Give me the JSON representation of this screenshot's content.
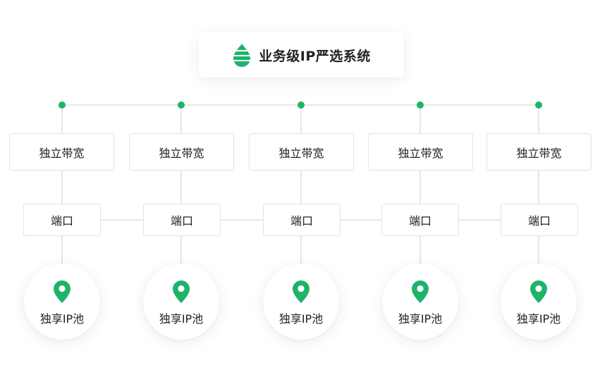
{
  "header": {
    "title": "业务级IP严选系统",
    "logo_icon": "drop-stripes-icon",
    "accent_color": "#1db46a"
  },
  "columns": [
    {
      "bandwidth_label": "独立带宽",
      "port_label": "端口",
      "pool_label": "独享IP池",
      "pool_icon": "location-pin-icon"
    },
    {
      "bandwidth_label": "独立带宽",
      "port_label": "端口",
      "pool_label": "独享IP池",
      "pool_icon": "location-pin-icon"
    },
    {
      "bandwidth_label": "独立带宽",
      "port_label": "端口",
      "pool_label": "独享IP池",
      "pool_icon": "location-pin-icon"
    },
    {
      "bandwidth_label": "独立带宽",
      "port_label": "端口",
      "pool_label": "独享IP池",
      "pool_icon": "location-pin-icon"
    },
    {
      "bandwidth_label": "独立带宽",
      "port_label": "端口",
      "pool_label": "独享IP池",
      "pool_icon": "location-pin-icon"
    }
  ],
  "colors": {
    "accent": "#1db46a",
    "line": "#e6e6e6",
    "box_border": "#e3e3e3",
    "text": "#222222"
  }
}
